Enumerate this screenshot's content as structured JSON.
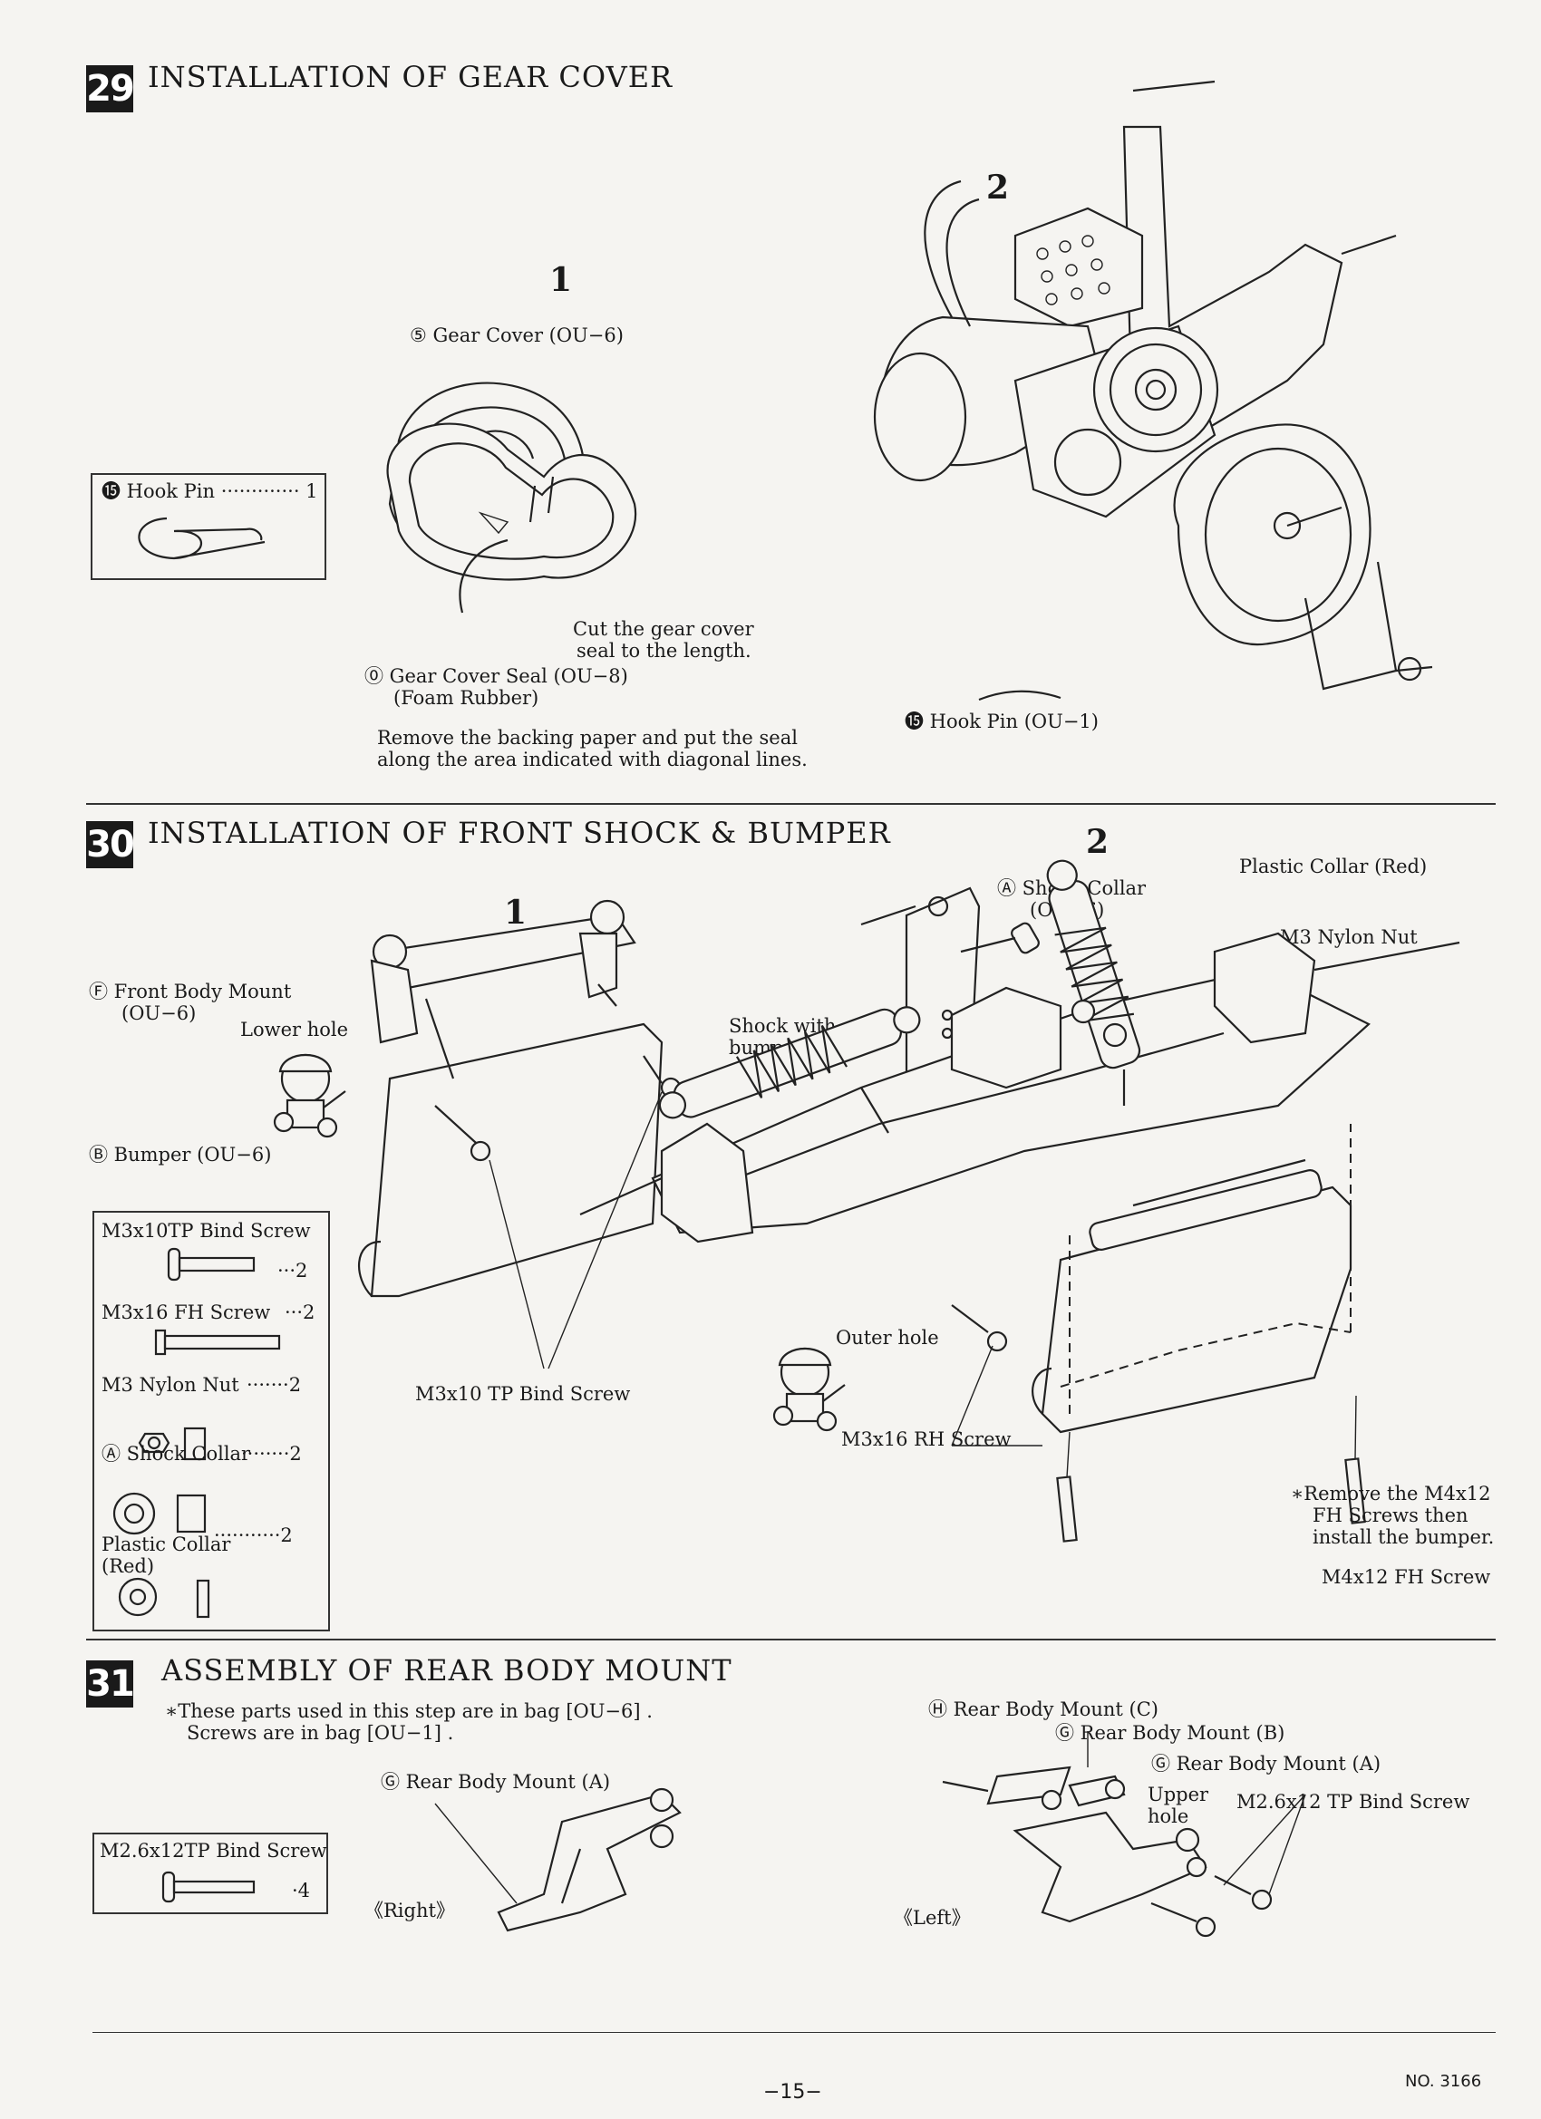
{
  "step29": {
    "number": "29",
    "title": "INSTALLATION OF GEAR COVER",
    "sub1": "1",
    "sub2": "2",
    "gear_cover_label": "⑤ Gear Cover  (OU−6)",
    "hook_pin_box": "⓯ Hook Pin  ············· 1",
    "cut_note_1": "Cut the gear cover",
    "cut_note_2": "seal to the length.",
    "seal_label_1": "⓪ Gear Cover Seal  (OU−8)",
    "seal_label_2": "(Foam Rubber)",
    "instruction_1": "Remove the backing paper and put the seal",
    "instruction_2": "along the area indicated with diagonal lines.",
    "hook_pin_label": "⓯ Hook Pin  (OU−1)"
  },
  "step30": {
    "number": "30",
    "title": "INSTALLATION OF FRONT SHOCK & BUMPER",
    "sub1": "1",
    "sub2": "2",
    "front_body_mount_1": "Ⓕ Front Body Mount",
    "front_body_mount_2": "(OU−6)",
    "lower_hole": "Lower hole",
    "bumper": "Ⓑ Bumper  (OU−6)",
    "bind_screw_label": "M3x10 TP Bind Screw",
    "shock_collar_1": "Ⓐ Shock Collar",
    "shock_collar_2": "(OU−6)",
    "plastic_collar_red": "Plastic Collar  (Red)",
    "m3_nylon_nut": "M3 Nylon Nut",
    "shock_with_1": "Shock with",
    "shock_with_2": "bump rubber",
    "outer_hole": "Outer hole",
    "m3x16_label": "M3x16 RH Screw",
    "remove_note_1": "∗Remove the M4x12",
    "remove_note_2": "FH Screws then",
    "remove_note_3": "install the bumper.",
    "m4x12_label": "M4x12 FH Screw",
    "parts": [
      {
        "name": "M3x10TP Bind Screw",
        "qty": "···2"
      },
      {
        "name": "M3x16 FH Screw",
        "qty": "···2"
      },
      {
        "name": "M3 Nylon Nut",
        "qty": "·······2"
      },
      {
        "name": "Ⓐ Shock Collar",
        "qty": "········2"
      },
      {
        "name": "Plastic Collar",
        "qty": "···········2"
      },
      {
        "name": "(Red)",
        "qty": ""
      }
    ]
  },
  "step31": {
    "number": "31",
    "title": "ASSEMBLY OF REAR BODY MOUNT",
    "note_1": "∗These parts used in this step are in bag [OU−6] .",
    "note_2": "Screws are in bag [OU−1] .",
    "box_label": "M2.6x12TP Bind Screw",
    "box_qty": "·4",
    "mount_a_right": "Ⓖ Rear Body Mount  (A)",
    "right": "《Right》",
    "left": "《Left》",
    "mount_c": "Ⓗ Rear Body Mount  (C)",
    "mount_b": "Ⓖ Rear Body Mount  (B)",
    "mount_a_left": "Ⓖ Rear Body Mount  (A)",
    "upper_hole_1": "Upper",
    "upper_hole_2": "hole",
    "tp_bind_screw": "M2.6x12 TP Bind Screw"
  },
  "footer": {
    "page": "−15−",
    "code": "NO. 3166"
  }
}
